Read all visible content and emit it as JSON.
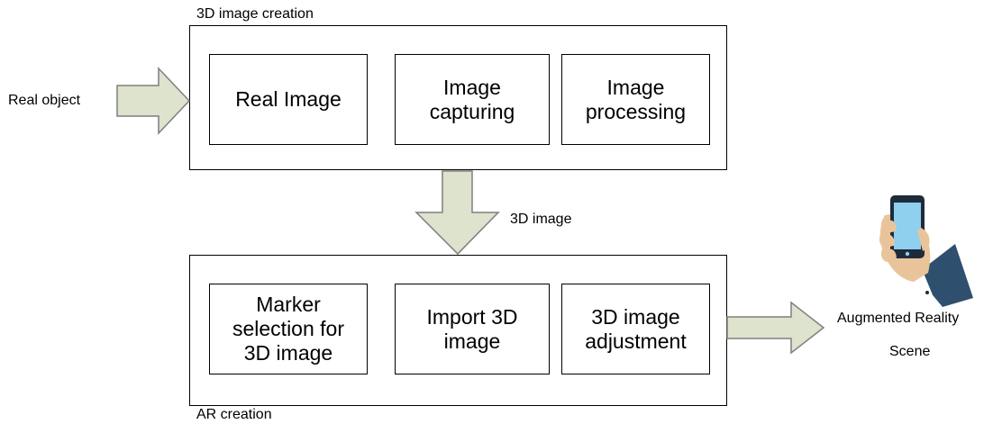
{
  "top_group": {
    "title": "3D image creation",
    "blocks": [
      "Real Image",
      "Image\ncapturing",
      "Image\nprocessing"
    ]
  },
  "bottom_group": {
    "title": "AR creation",
    "blocks": [
      "Marker\nselection for\n3D image",
      "Import 3D\nimage",
      "3D image\nadjustment"
    ]
  },
  "input_label": "Real object",
  "connector_label": "3D image",
  "output_label": [
    "Augmented Reality",
    "Scene"
  ],
  "colors": {
    "arrow_fill": "#dde3cc",
    "arrow_stroke": "#7f7f7f",
    "skin": "#e9c49a",
    "phone": "#1e2b3a",
    "screen": "#8fd0ef",
    "sleeve": "#2f4f6e",
    "cuff": "#ffffff"
  },
  "icons": {
    "output": "hand-holding-phone-icon"
  }
}
